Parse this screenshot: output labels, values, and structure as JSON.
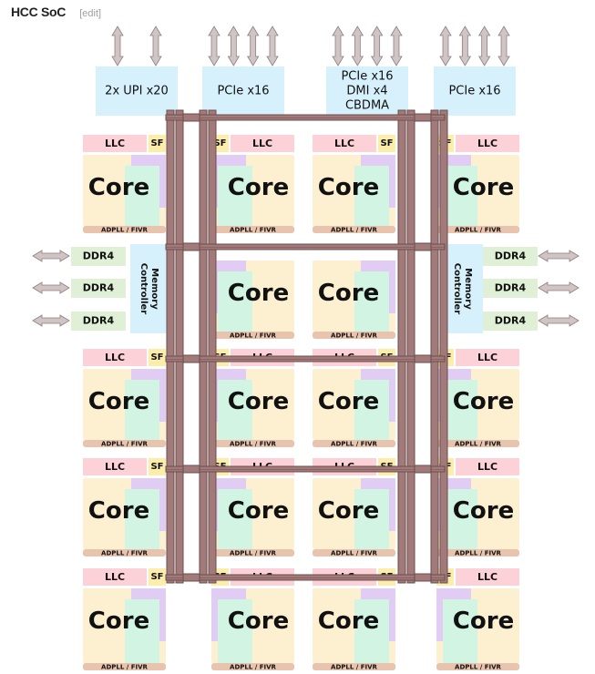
{
  "header": {
    "title": "HCC SoC",
    "edit": "[edit]"
  },
  "labels": {
    "core": "Core",
    "llc": "LLC",
    "sf": "SF",
    "adpll": "ADPLL / FIVR",
    "ddr": "DDR4",
    "mem_top": "Memory",
    "mem_bottom": "Controller"
  },
  "io_blocks": [
    {
      "id": "upi",
      "lines": [
        "2x UPI x20"
      ],
      "arrows": 2
    },
    {
      "id": "pcie-left",
      "lines": [
        "PCIe x16"
      ],
      "arrows": 4
    },
    {
      "id": "pcie-dmi",
      "lines": [
        "PCIe x16",
        "DMI x4",
        "CBDMA"
      ],
      "arrows": 4
    },
    {
      "id": "pcie-right",
      "lines": [
        "PCIe x16"
      ],
      "arrows": 4
    }
  ],
  "grid": {
    "rows": [
      [
        "core",
        "core",
        "core",
        "core"
      ],
      [
        "mem",
        "core",
        "core",
        "mem"
      ],
      [
        "core",
        "core",
        "core",
        "core"
      ],
      [
        "core",
        "core",
        "core",
        "core"
      ],
      [
        "core",
        "core",
        "core",
        "core"
      ]
    ]
  },
  "colors": {
    "llc": "#fcd2d8",
    "sf": "#fcedaa",
    "core_bg": "#fdf0d0",
    "lavender": "#e1ccf4",
    "mint": "#d2f5e3",
    "adpll": "#e8c3ad",
    "io": "#d6f1fc",
    "mesh": "#a27a7a",
    "mesh_edge": "#6b4e4e",
    "ddr": "#dff0d6",
    "arrow": "#d0c4c4",
    "arrow_edge": "#8e7f7f"
  }
}
